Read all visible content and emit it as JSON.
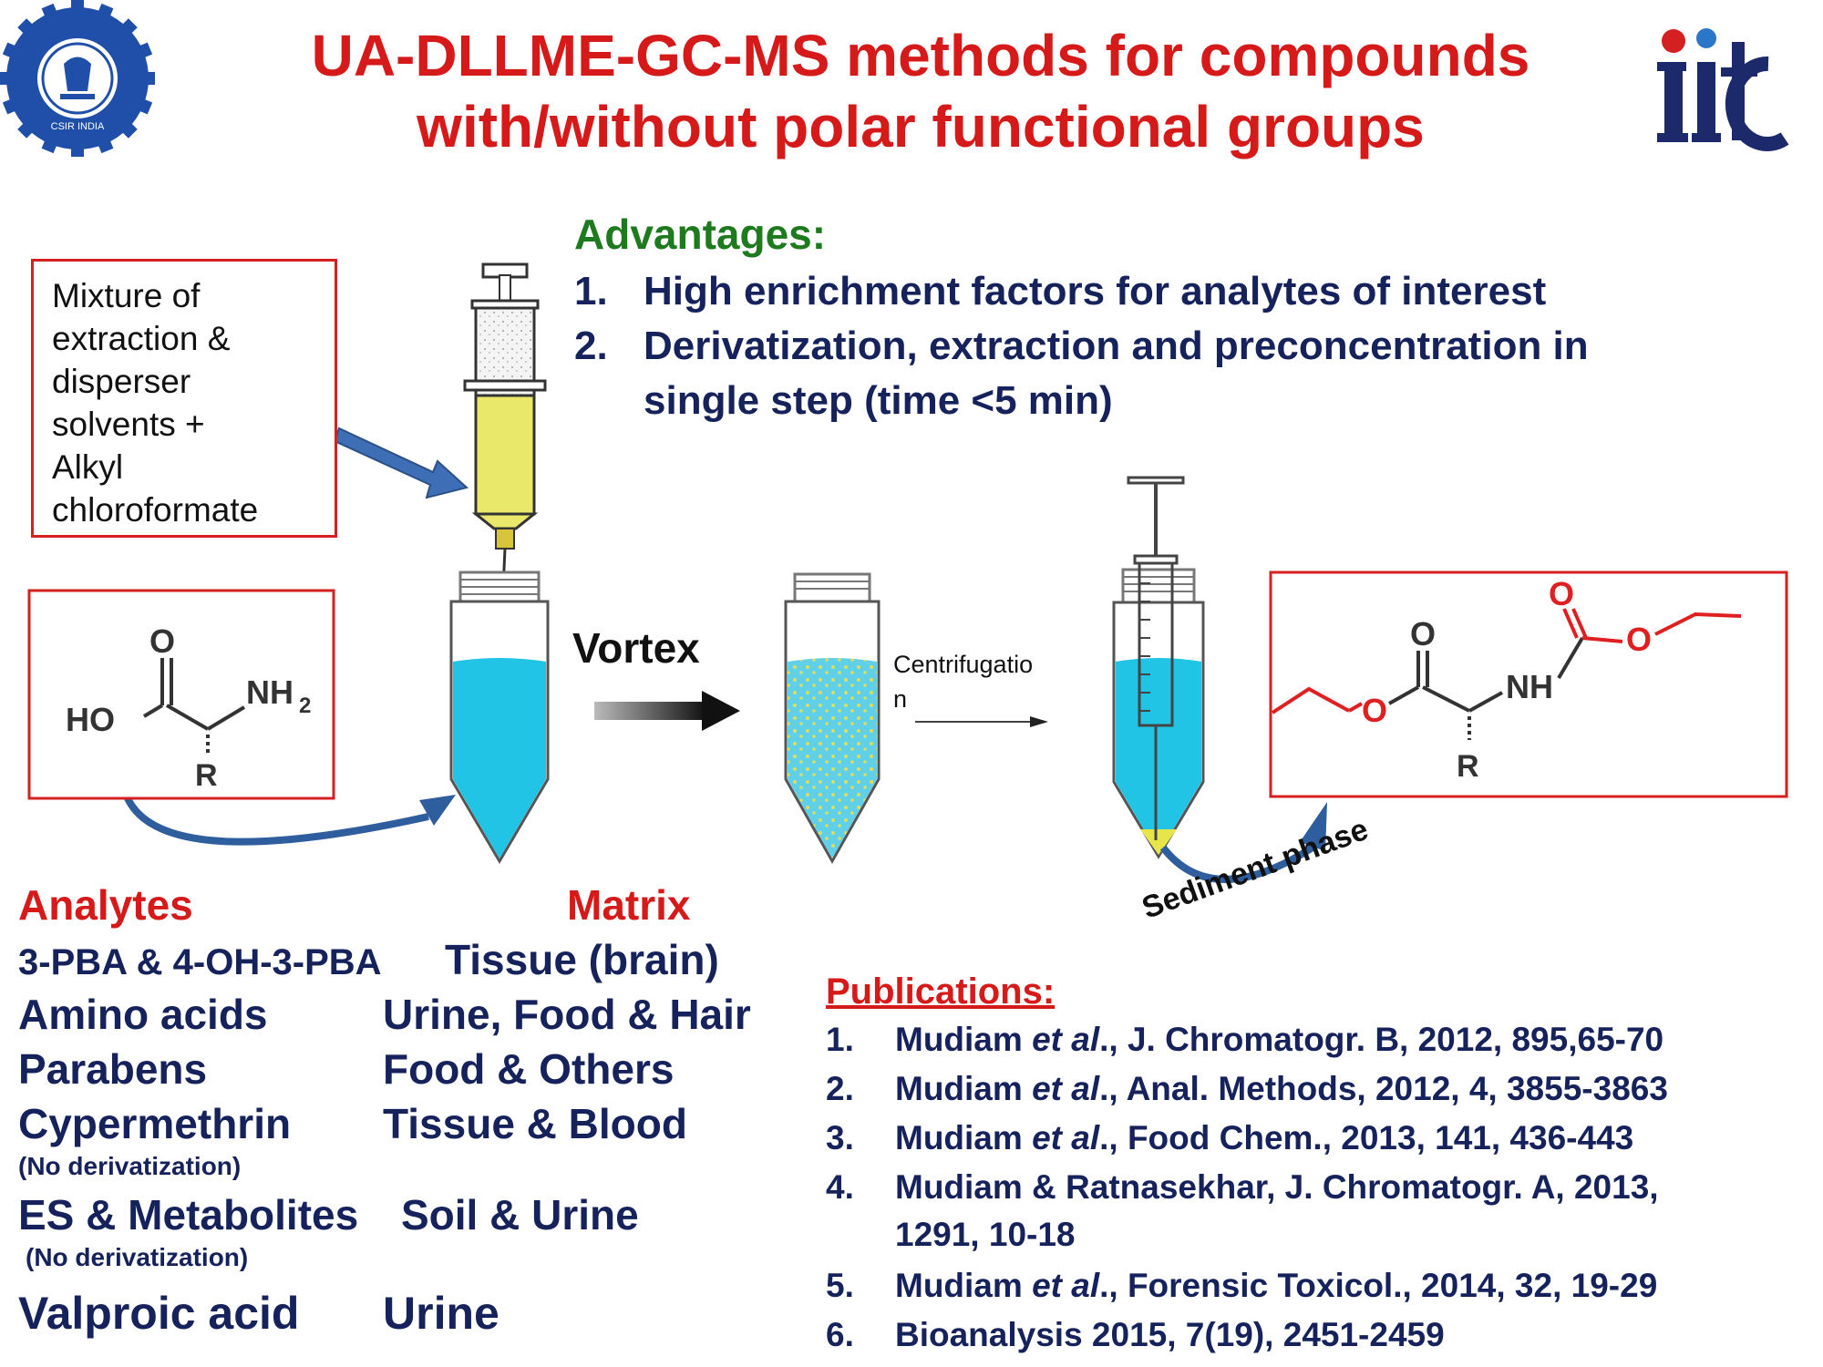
{
  "title": {
    "line1": "UA-DLLME-GC-MS methods for compounds",
    "line2": "with/without polar functional groups"
  },
  "logos": {
    "left": "CSIR INDIA",
    "right": "iit"
  },
  "colors": {
    "title_red": "#d61a1a",
    "navy": "#16225c",
    "green": "#1d7a1d",
    "liquid_cyan": "#22c4e6",
    "yellow": "#e9e86a",
    "arrow_blue": "#2f5e9e"
  },
  "mixture_box": {
    "lines": [
      "Mixture of",
      "extraction &",
      "disperser",
      "solvents +",
      "Alkyl",
      "chloroformate"
    ]
  },
  "advantages": {
    "heading": "Advantages:",
    "items": [
      {
        "num": "1.",
        "lines": [
          "High enrichment factors for analytes of interest"
        ]
      },
      {
        "num": "2.",
        "lines": [
          "Derivatization, extraction and preconcentration in",
          "single step (time <5 min)"
        ]
      }
    ]
  },
  "process": {
    "vortex": "Vortex",
    "centrifugation_1": "Centrifugatio",
    "centrifugation_2": "n",
    "sediment": "Sediment phase"
  },
  "structures": {
    "left": {
      "o": "O",
      "ho": "HO",
      "nh2": "NH",
      "sub2": "2",
      "r": "R"
    },
    "right": {
      "o1": "O",
      "o2": "O",
      "o3": "O",
      "o4": "O",
      "nh": "NH",
      "r": "R"
    }
  },
  "table": {
    "analytes_head": "Analytes",
    "matrix_head": "Matrix",
    "rows": [
      {
        "analyte": "3-PBA & 4-OH-3-PBA",
        "matrix": "Tissue (brain)"
      },
      {
        "analyte": "Amino acids",
        "matrix": "Urine, Food & Hair"
      },
      {
        "analyte": "Parabens",
        "matrix": "Food & Others"
      },
      {
        "analyte": "Cypermethrin",
        "matrix": "Tissue & Blood",
        "note": "(No derivatization)"
      },
      {
        "analyte": "ES & Metabolites",
        "matrix": "Soil & Urine",
        "note": "(No derivatization)"
      },
      {
        "analyte": "Valproic acid",
        "matrix": "Urine"
      }
    ]
  },
  "publications": {
    "heading": "Publications:",
    "items": [
      {
        "num": "1.",
        "pre": "Mudiam ",
        "etal": "et al",
        "post": "., J. Chromatogr. B, 2012, 895,65-70"
      },
      {
        "num": "2.",
        "pre": "Mudiam ",
        "etal": "et al",
        "post": "., Anal. Methods, 2012, 4, 3855-3863"
      },
      {
        "num": "3.",
        "pre": "Mudiam ",
        "etal": "et al",
        "post": "., Food Chem., 2013, 141, 436-443"
      },
      {
        "num": "4.",
        "pre": "Mudiam & Ratnasekhar, J. Chromatogr. A, 2013,",
        "etal": "",
        "post": "",
        "line2": "1291, 10-18"
      },
      {
        "num": "5.",
        "pre": "Mudiam ",
        "etal": "et al",
        "post": "., Forensic Toxicol., 2014, 32, 19-29"
      },
      {
        "num": "6.",
        "pre": "Bioanalysis 2015, 7(19), 2451-2459",
        "etal": "",
        "post": ""
      }
    ]
  }
}
